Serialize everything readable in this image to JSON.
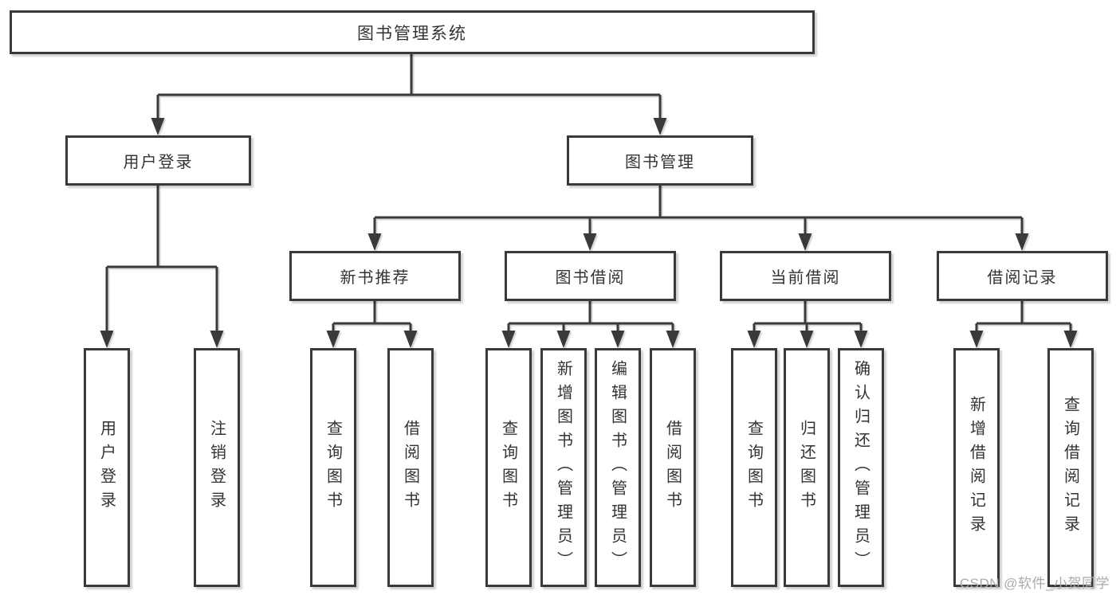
{
  "diagram_type": "hierarchy-tree",
  "tree": {
    "label": "图书管理系统",
    "children": [
      {
        "label": "用户登录",
        "children": [
          {
            "label": "用户登录"
          },
          {
            "label": "注销登录"
          }
        ]
      },
      {
        "label": "图书管理",
        "children": [
          {
            "label": "新书推荐",
            "children": [
              {
                "label": "查询图书"
              },
              {
                "label": "借阅图书"
              }
            ]
          },
          {
            "label": "图书借阅",
            "children": [
              {
                "label": "查询图书"
              },
              {
                "label": "新增图书（管理员）"
              },
              {
                "label": "编辑图书（管理员）"
              },
              {
                "label": "借阅图书"
              }
            ]
          },
          {
            "label": "当前借阅",
            "children": [
              {
                "label": "查询图书"
              },
              {
                "label": "归还图书"
              },
              {
                "label": "确认归还（管理员）"
              }
            ]
          },
          {
            "label": "借阅记录",
            "children": [
              {
                "label": "新增借阅记录"
              },
              {
                "label": "查询借阅记录"
              }
            ]
          }
        ]
      }
    ]
  },
  "watermark": {
    "text": "CSDN @软件_小贺同学"
  },
  "colors": {
    "background": "#ffffff",
    "line": "#3a3a3a",
    "box_border": "#3a3a3a",
    "text": "#333333",
    "watermark_text": "#ababab"
  }
}
